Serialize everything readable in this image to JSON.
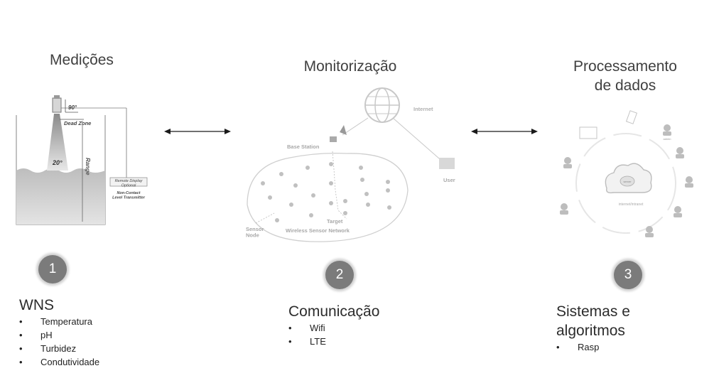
{
  "columns": [
    {
      "title": "Medições"
    },
    {
      "title": "Monitorização"
    },
    {
      "title_line1": "Processamento",
      "title_line2": "de dados"
    }
  ],
  "steps": [
    "1",
    "2",
    "3"
  ],
  "sections": [
    {
      "title": "WNS",
      "items": [
        "Temperatura",
        "pH",
        "Turbidez",
        "Condutividade"
      ]
    },
    {
      "title": "Comunicação",
      "items": [
        "Wifi",
        "LTE"
      ]
    },
    {
      "title_line1": "Sistemas e",
      "title_line2": "algoritmos",
      "items": [
        "Rasp"
      ]
    }
  ],
  "bullet_char": "•",
  "tank": {
    "angle_label": "90°",
    "dead_zone": "Dead Zone",
    "range": "Range",
    "beam_angle": "20°",
    "remote_display": "Remote Display\nOptional",
    "transmitter": "Non-Contact\nLevel Transmitter"
  },
  "network": {
    "internet": "Internet",
    "base_station": "Base Station",
    "user": "User",
    "target": "Target",
    "sensor_node": "Sensor\nNode",
    "wsn": "Wireless Sensor Network"
  },
  "cloud": {
    "label": "internet/intranet",
    "server": "server",
    "admin": "admin"
  },
  "colors": {
    "circle": "#7b7b7b",
    "arrow": "#1a1a1a"
  }
}
